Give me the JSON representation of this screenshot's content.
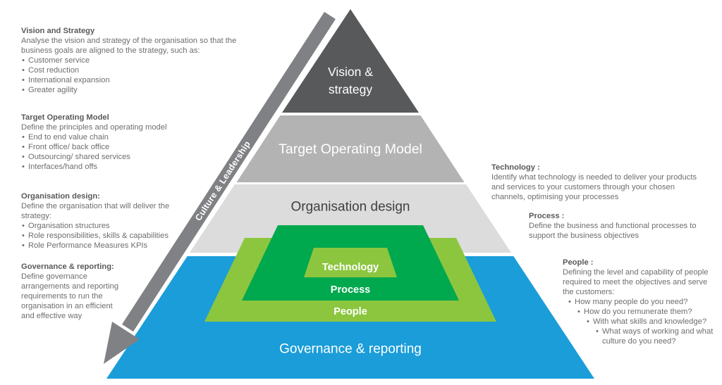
{
  "colors": {
    "dark_gray": "#58595b",
    "mid_gray": "#b2b3b2",
    "light_gray": "#dbdcdb",
    "blue": "#1a9dd9",
    "dark_green": "#00a84e",
    "light_green": "#8cc63f",
    "arrow_gray": "#808184",
    "body_text": "#6d6e71",
    "heading_text": "#58595b",
    "org_label_text": "#414042"
  },
  "pyramid": {
    "layers": [
      {
        "label": "Vision & strategy",
        "lines": [
          "Vision &",
          "strategy"
        ]
      },
      {
        "label": "Target Operating Model"
      },
      {
        "label": "Organisation design"
      },
      {
        "label": "Governance & reporting"
      }
    ],
    "nested": [
      {
        "label": "Technology"
      },
      {
        "label": "Process"
      },
      {
        "label": "People"
      }
    ],
    "arrow_label": "Culture & Leadership"
  },
  "left_notes": [
    {
      "title": "Vision and Strategy",
      "lines": [
        "Analyse the vision and strategy of the organisation so that the",
        "business goals are aligned to the strategy, such as:"
      ],
      "bullets": [
        "Customer service",
        "Cost reduction",
        "International expansion",
        "Greater agility"
      ]
    },
    {
      "title": "Target Operating Model",
      "lines": [
        "Define the principles and operating model"
      ],
      "bullets": [
        "End to end value chain",
        "Front office/ back office",
        "Outsourcing/ shared services",
        "Interfaces/hand offs"
      ]
    },
    {
      "title": "Organisation design:",
      "lines": [
        "Define the organisation that will deliver the",
        "strategy:"
      ],
      "bullets": [
        "Organisation structures",
        "Role responsibilities, skills & capabilities",
        "Role Performance Measures KPIs"
      ]
    },
    {
      "title": "Governance & reporting:",
      "lines": [
        "Define governance",
        "arrangements and reporting",
        "requirements to run the",
        "organisation in an efficient",
        "and effective way"
      ],
      "bullets": []
    }
  ],
  "right_notes": [
    {
      "title": "Technology :",
      "lines": [
        "Identify what technology is needed to deliver your products",
        "and services to your customers through your chosen",
        "channels, optimising your processes"
      ],
      "bullets": []
    },
    {
      "title": "Process :",
      "lines": [
        "Define the business and functional processes to",
        "support the business objectives"
      ],
      "bullets": []
    },
    {
      "title": "People :",
      "lines": [
        "Defining the level and capability of people",
        "required to meet the objectives and serve",
        "the customers:"
      ],
      "bullets": [
        "How many people do you need?",
        "How do you remunerate them?",
        "With what skills and knowledge?",
        "What ways of working and what culture do you need?"
      ]
    }
  ]
}
